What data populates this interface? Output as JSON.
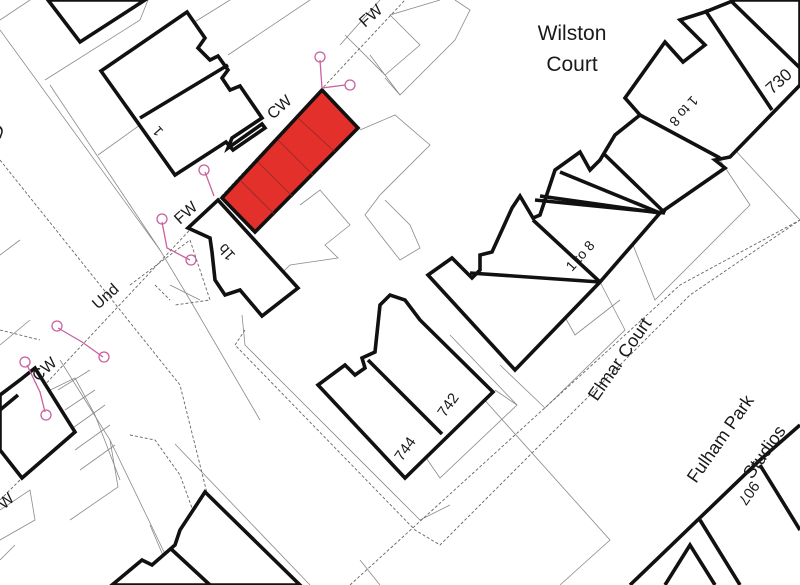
{
  "map": {
    "colors": {
      "highlight": "#e4302a",
      "building_outline": "#111111",
      "boundary": "#8a8a8a",
      "symbol": "#c9609f"
    },
    "labels": {
      "wilston_1": "Wilston",
      "wilston_2": "Court",
      "fw_top": "FW",
      "fw_mid": "FW",
      "fw_bottom": "W",
      "cw_top": "CW",
      "cw_left": "CW",
      "und": "Und",
      "road_d": "D",
      "house_1": "1",
      "house_1b": "1b",
      "range_upper": "1 to 8",
      "range_lower": "1 to 8",
      "no_730": "730",
      "no_744": "744",
      "no_742": "742",
      "no_907": "907",
      "elmar": "Elmar Court",
      "fulham_1": "Fulham Park",
      "fulham_2": "Studios"
    }
  }
}
